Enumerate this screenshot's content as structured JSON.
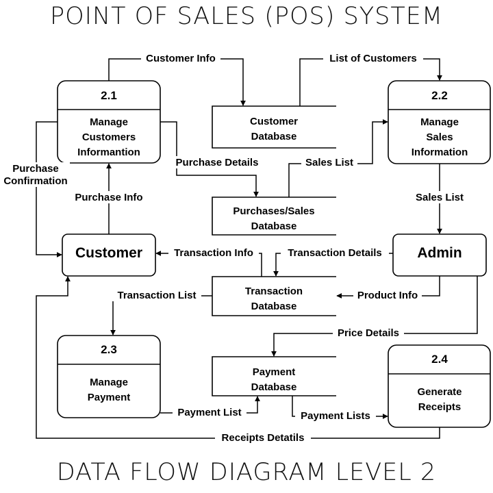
{
  "title": "POINT OF SALES (POS) SYSTEM",
  "subtitle": "DATA FLOW DIAGRAM LEVEL 2",
  "processes": {
    "p21": {
      "number": "2.1",
      "lines": [
        "Manage",
        "Customers",
        "Informantion"
      ]
    },
    "p22": {
      "number": "2.2",
      "lines": [
        "Manage",
        "Sales",
        "Information"
      ]
    },
    "p23": {
      "number": "2.3",
      "lines": [
        "Manage",
        "Payment"
      ]
    },
    "p24": {
      "number": "2.4",
      "lines": [
        "Generate",
        "Receipts"
      ]
    }
  },
  "entities": {
    "customer": "Customer",
    "admin": "Admin"
  },
  "stores": {
    "customer_db": [
      "Customer",
      "Database"
    ],
    "purchases_db": [
      "Purchases/Sales",
      "Database"
    ],
    "transaction_db": [
      "Transaction",
      "Database"
    ],
    "payment_db": [
      "Payment",
      "Database"
    ]
  },
  "flows": {
    "customer_info": "Customer Info",
    "list_of_customers": "List of Customers",
    "purchase_confirmation": [
      "Purchase",
      "Confirmation"
    ],
    "purchase_details": "Purchase Details",
    "sales_list_1": "Sales List",
    "sales_list_2": "Sales List",
    "purchase_info": "Purchase Info",
    "transaction_info": "Transaction Info",
    "transaction_details": "Transaction Details",
    "transaction_list": "Transaction List",
    "product_info": "Product Info",
    "price_details": "Price Details",
    "payment_list": "Payment List",
    "payment_lists": "Payment Lists",
    "receipts_details": "Receipts Detatils"
  }
}
